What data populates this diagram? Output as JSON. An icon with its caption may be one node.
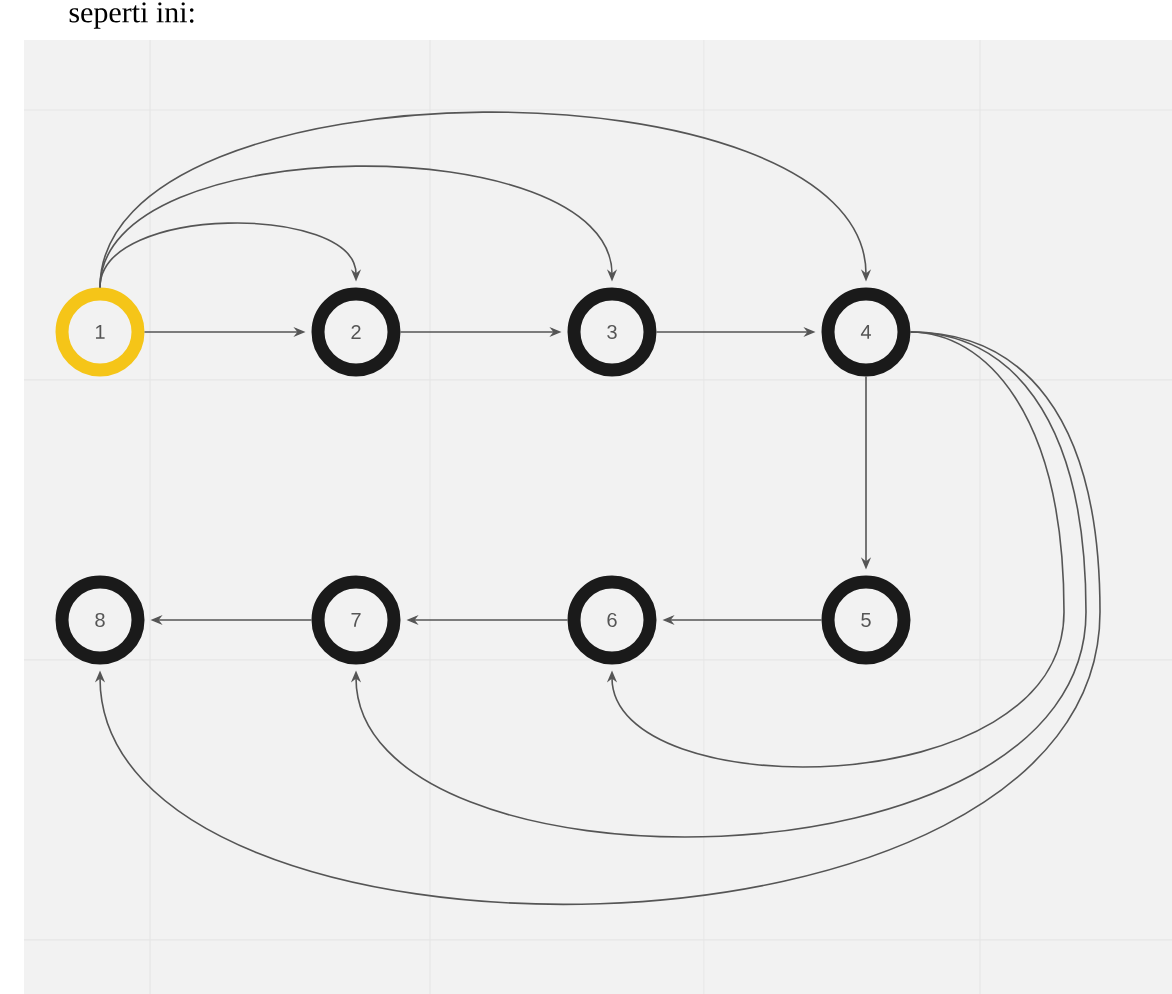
{
  "diagram": {
    "nodes": [
      {
        "text": [
          "1"
        ]
      },
      {
        "text": [
          "2"
        ]
      },
      {
        "text": [
          "3"
        ]
      },
      {
        "text": [
          "4"
        ]
      },
      {
        "text": [
          "5"
        ]
      },
      {
        "text": [
          "6"
        ]
      },
      {
        "text": [
          "7"
        ]
      },
      {
        "text": [
          "8"
        ]
      }
    ],
    "edges": [
      {
        "from": 0,
        "to": 1,
        "arrow": "to"
      },
      {
        "from": 1,
        "to": 2,
        "arrow": "to"
      },
      {
        "from": 2,
        "to": 3,
        "arrow": "to"
      },
      {
        "from": 3,
        "to": 4,
        "arrow": "to"
      },
      {
        "from": 4,
        "to": 5,
        "arrow": "to"
      },
      {
        "from": 5,
        "to": 6,
        "arrow": "to"
      },
      {
        "from": 6,
        "to": 7,
        "arrow": "to"
      },
      {
        "from": 0,
        "to": 1,
        "arrow": "to"
      },
      {
        "from": 0,
        "to": 2,
        "arrow": "to"
      },
      {
        "from": 0,
        "to": 3,
        "arrow": "to"
      },
      {
        "from": 3,
        "to": 5,
        "arrow": "to"
      },
      {
        "from": 3,
        "to": 6,
        "arrow": "to"
      },
      {
        "from": 3,
        "to": 7,
        "arrow": "to"
      }
    ],
    "labels": [
      "seperti ini:"
    ]
  }
}
